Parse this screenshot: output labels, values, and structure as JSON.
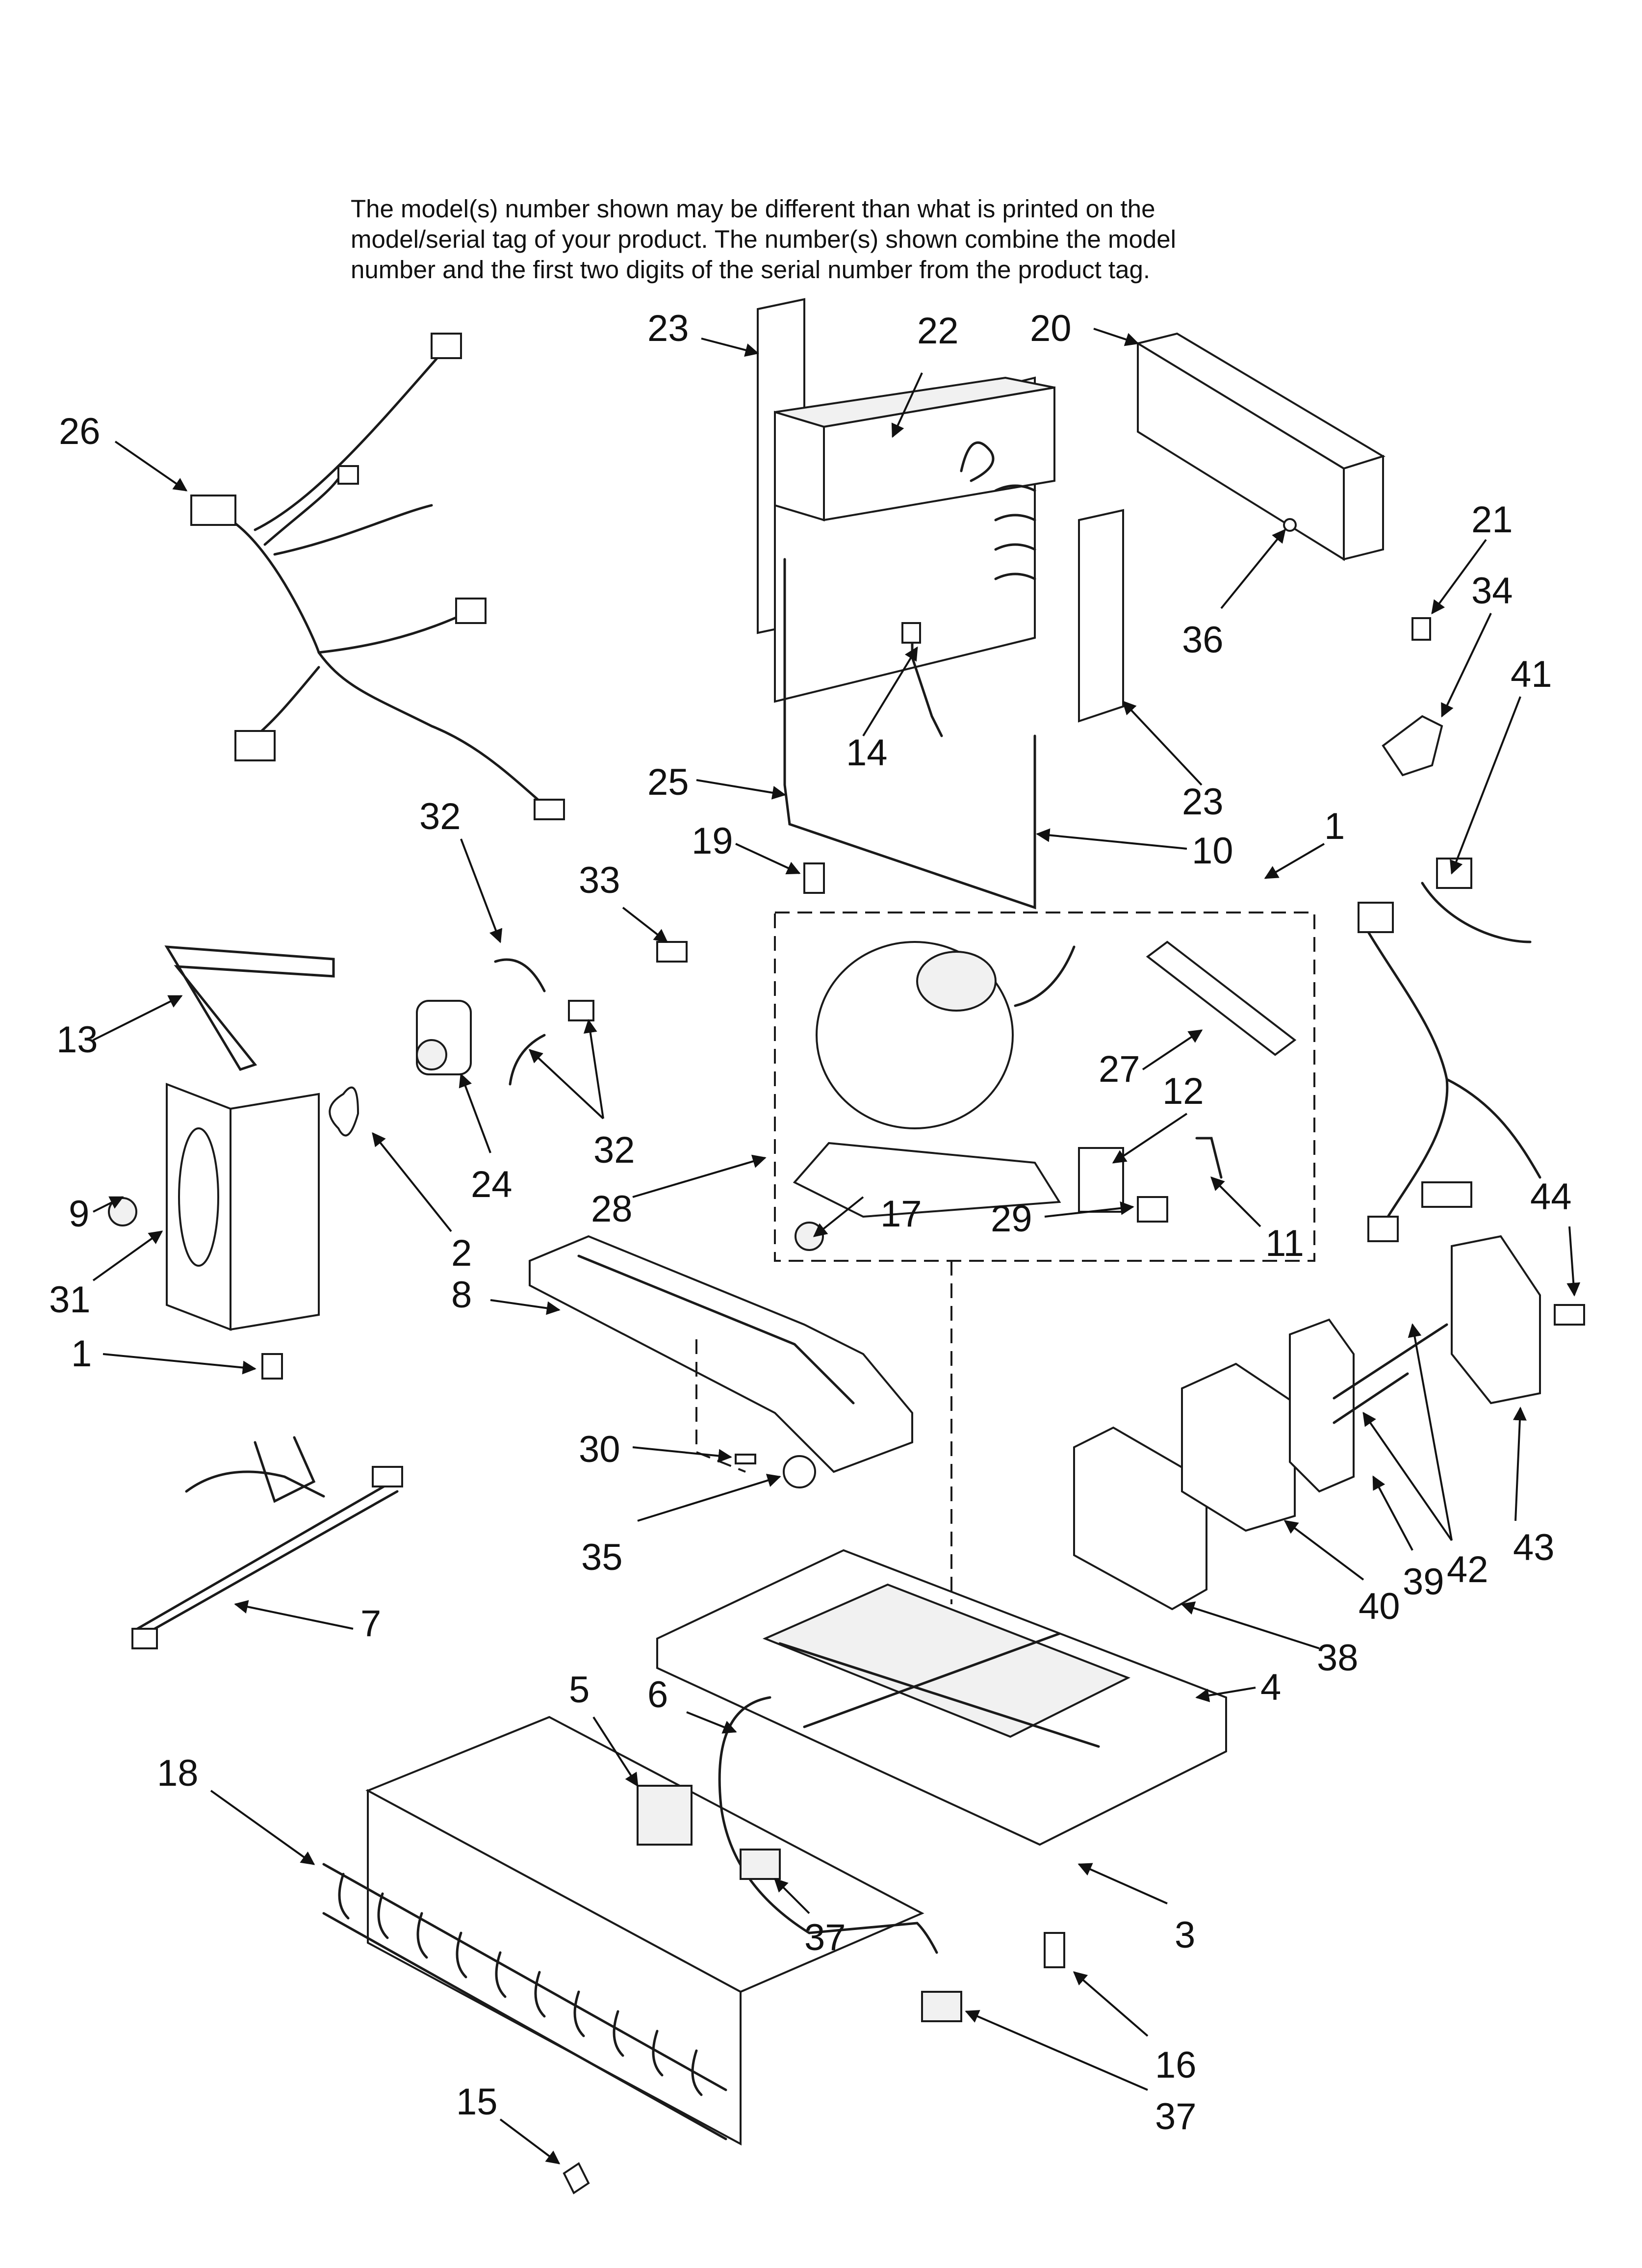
{
  "note": {
    "line1": "The model(s) number shown may be different than what is printed on the",
    "line2": "model/serial tag of your product. The number(s) shown combine the model",
    "line3": "number and the first two digits of the serial number from the product tag."
  },
  "callouts": {
    "c23a": "23",
    "c22": "22",
    "c20": "20",
    "c26": "26",
    "c21": "21",
    "c34": "34",
    "c36": "36",
    "c41": "41",
    "c14": "14",
    "c23b": "23",
    "c25": "25",
    "c10": "10",
    "c19": "19",
    "c1a": "1",
    "c32a": "32",
    "c33": "33",
    "c13": "13",
    "c27": "27",
    "c12": "12",
    "c24": "24",
    "c32b": "32",
    "c9": "9",
    "c2": "2",
    "c28": "28",
    "c17": "17",
    "c29": "29",
    "c11": "11",
    "c31": "31",
    "c8": "8",
    "c44": "44",
    "c1b": "1",
    "c30": "30",
    "c35": "35",
    "c42": "42",
    "c43": "43",
    "c39": "39",
    "c40": "40",
    "c7": "7",
    "c38": "38",
    "c4": "4",
    "c5": "5",
    "c6": "6",
    "c18": "18",
    "c37a": "37",
    "c3": "3",
    "c16": "16",
    "c15": "15",
    "c37b": "37"
  }
}
